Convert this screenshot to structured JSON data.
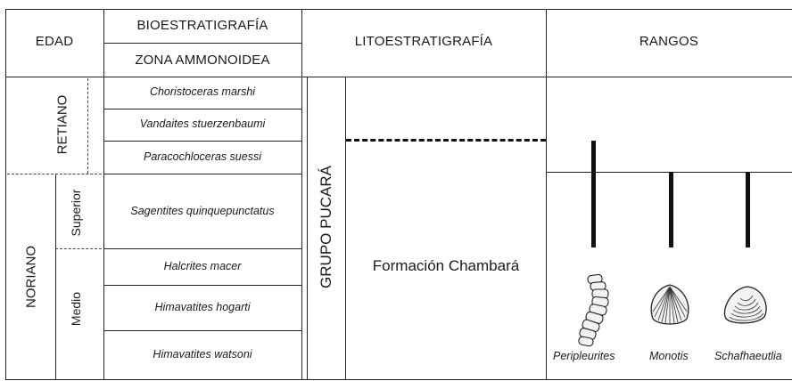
{
  "headers": {
    "edad": "EDAD",
    "bioestratigrafia": "BIOESTRATIGRAFÍA",
    "zona": "ZONA AMMONOIDEA",
    "litoestratigrafia": "LITOESTRATIGRAFÍA",
    "rangos": "RANGOS"
  },
  "stages": {
    "retiano": "RETIANO",
    "noriano": "NORIANO",
    "superior": "Superior",
    "medio": "Medio"
  },
  "zones": [
    "Choristoceras marshi",
    "Vandaites stuerzenbaumi",
    "Paracochloceras suessi",
    "Sagentites quinquepunctatus",
    "Halcrites macer",
    "Himavatites hogarti",
    "Himavatites watsoni"
  ],
  "litho": {
    "grupo": "GRUPO PUCARÁ",
    "formacion": "Formación Chambará"
  },
  "fossils": [
    "Peripleurites",
    "Monotis",
    "Schafhaeutlia"
  ],
  "colors": {
    "line": "#222222",
    "text": "#1a1a1a",
    "fossil_fill": "#f2f2f2"
  }
}
